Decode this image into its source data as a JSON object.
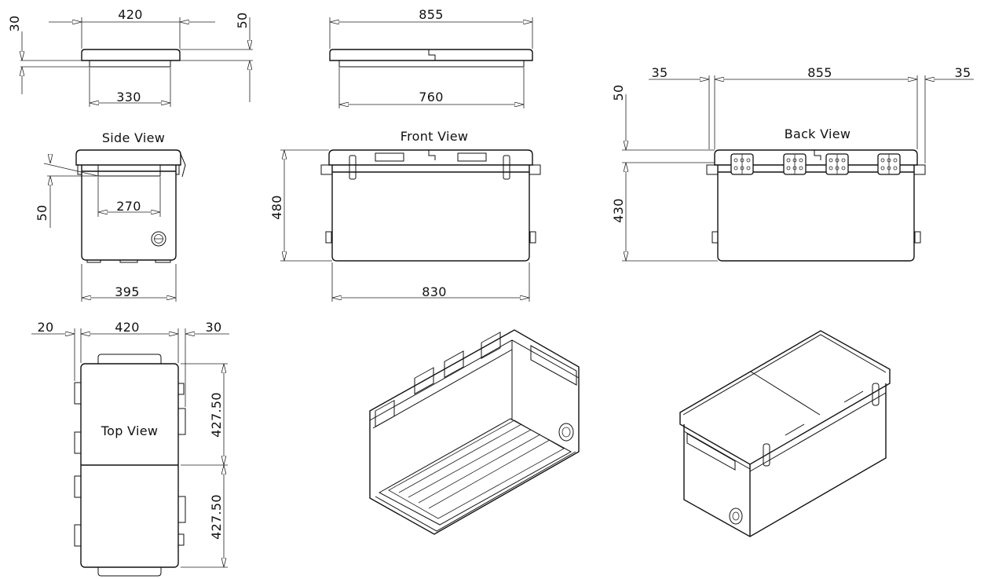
{
  "views": {
    "side": "Side View",
    "front": "Front View",
    "back": "Back View",
    "top": "Top View"
  },
  "dimensions": {
    "lid_side_width": "420",
    "lid_side_thickness": "30",
    "lid_side_right": "50",
    "lid_side_bottom": "330",
    "lid_front_width": "855",
    "lid_front_bottom": "760",
    "back_left_offset": "35",
    "back_width": "855",
    "back_right_offset": "35",
    "back_lid_height": "50",
    "back_body_height": "430",
    "side_handle_height": "50",
    "side_handle_width": "270",
    "side_width": "395",
    "front_height": "480",
    "front_width": "830",
    "top_left_offset": "20",
    "top_width": "420",
    "top_right_offset": "30",
    "top_half_upper": "427.50",
    "top_half_lower": "427.50"
  }
}
